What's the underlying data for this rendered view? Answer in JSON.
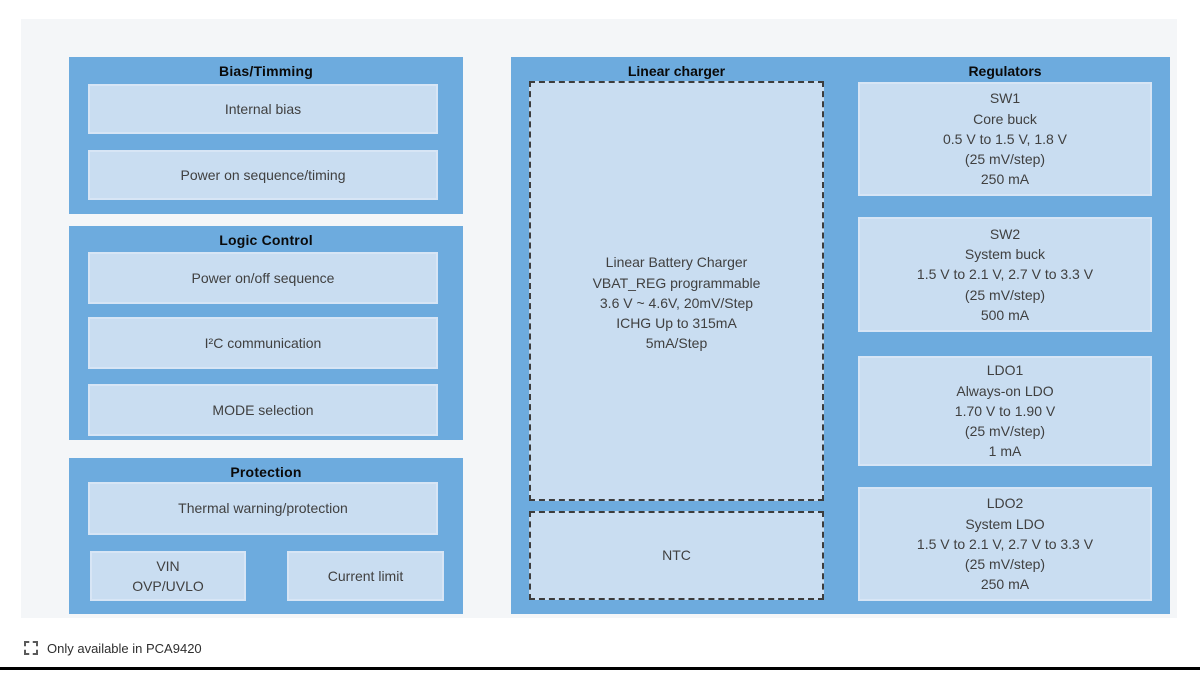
{
  "colors": {
    "panel_bg": "#f4f6f8",
    "group_blue": "#6dabde",
    "block_fill": "#c9ddf1",
    "block_border": "#d7e5f5",
    "title_color": "#0a0a0a",
    "body_color": "#404040",
    "dash_color": "#3c3c3c"
  },
  "groups": {
    "bias_timing": {
      "title": "Bias/Timming",
      "blocks": {
        "internal_bias": "Internal bias",
        "power_on_sequence": "Power on sequence/timing"
      }
    },
    "logic_control": {
      "title": "Logic Control",
      "blocks": {
        "power_onoff": "Power on/off sequence",
        "i2c": "I²C communication",
        "mode": "MODE selection"
      }
    },
    "protection": {
      "title": "Protection",
      "blocks": {
        "thermal": "Thermal warning/protection",
        "vin": "VIN\nOVP/UVLO",
        "current_limit": "Current limit"
      }
    },
    "linear_charger": {
      "title": "Linear charger",
      "charger_block": "Linear Battery Charger\nVBAT_REG programmable\n3.6 V ~ 4.6V, 20mV/Step\nICHG Up to 315mA\n5mA/Step",
      "ntc_block": "NTC"
    },
    "regulators": {
      "title": "Regulators",
      "blocks": {
        "sw1": "SW1\nCore buck\n0.5 V to 1.5 V, 1.8 V\n(25 mV/step)\n250 mA",
        "sw2": "SW2\nSystem buck\n1.5 V to 2.1 V, 2.7 V to 3.3 V\n(25 mV/step)\n500 mA",
        "ldo1": "LDO1\nAlways-on LDO\n1.70 V to 1.90 V\n(25 mV/step)\n1 mA",
        "ldo2": "LDO2\nSystem LDO\n1.5 V to 2.1 V, 2.7 V to 3.3 V\n(25 mV/step)\n250 mA"
      }
    }
  },
  "legend": {
    "label": "Only available in PCA9420"
  }
}
